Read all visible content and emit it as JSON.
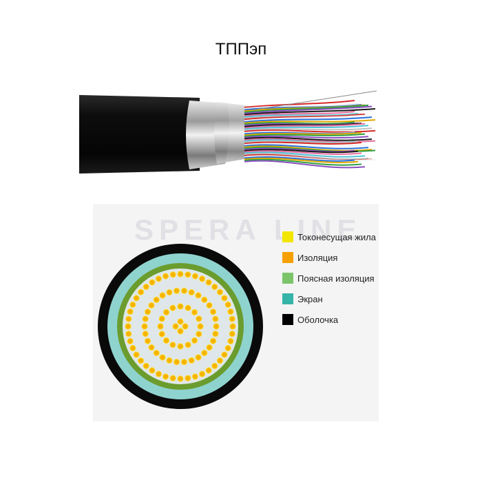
{
  "title": "ТППэп",
  "watermark": "SPERA LINE",
  "legend": [
    {
      "label": "Токонесущая жила",
      "color": "#f2e600"
    },
    {
      "label": "Изоляция",
      "color": "#f5a000"
    },
    {
      "label": "Поясная изоляция",
      "color": "#7cc46a"
    },
    {
      "label": "Экран",
      "color": "#35b5a8"
    },
    {
      "label": "Оболочка",
      "color": "#000000"
    }
  ],
  "colors": {
    "jacket": "#0a0a0a",
    "screen": "#8fd3cf",
    "belt_insulation": "#6b9c2e",
    "core_fill": "#dfe7ea",
    "conductor": "#f5b400",
    "conductor_highlight": "#ffe24a"
  }
}
